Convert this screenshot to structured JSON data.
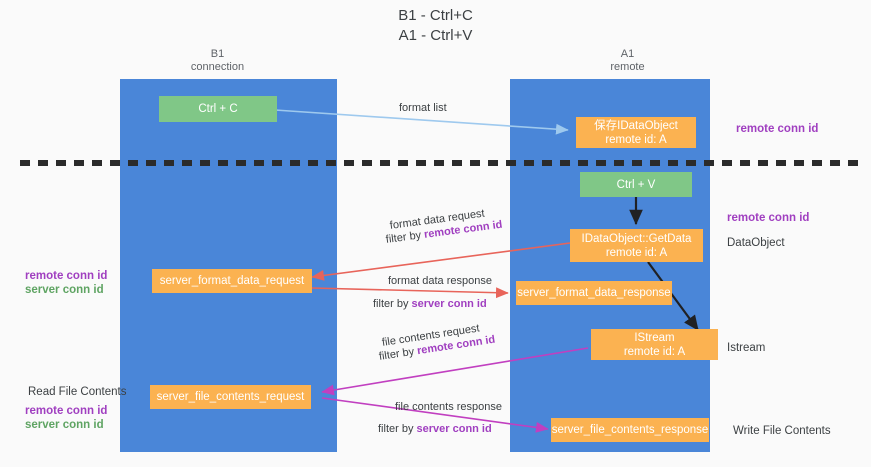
{
  "title": {
    "line1": "B1 - Ctrl+C",
    "line2": "A1 - Ctrl+V"
  },
  "columns": [
    {
      "name": "B1",
      "role": "connection"
    },
    {
      "name": "A1",
      "role": "remote"
    }
  ],
  "colors": {
    "lane": "#4a86d8",
    "green_box": "#80c787",
    "orange_box": "#fbb251",
    "purple_text": "#a03fc0",
    "green_text": "#5fa463",
    "red_arrow": "#e8645a",
    "magenta_arrow": "#c13fc0",
    "blue_arrow": "#9ec9ee",
    "black_arrow": "#202124",
    "divider": "#2b2b2b",
    "background": "#fafafa"
  },
  "boxes": {
    "ctrl_c": {
      "label": "Ctrl + C",
      "color": "green"
    },
    "save_idataobject": {
      "line1": "保存IDataObject",
      "line2": "remote id: A",
      "color": "orange"
    },
    "ctrl_v": {
      "label": "Ctrl + V",
      "color": "green"
    },
    "getdata": {
      "line1": "IDataObject::GetData",
      "line2": "remote id: A",
      "color": "orange"
    },
    "server_format_data_request": {
      "label": "server_format_data_request",
      "color": "orange"
    },
    "server_format_data_response": {
      "label": "server_format_data_response",
      "color": "orange"
    },
    "istream": {
      "line1": "IStream",
      "line2": "remote id: A",
      "color": "orange"
    },
    "server_file_contents_request": {
      "label": "server_file_contents_request",
      "color": "orange"
    },
    "server_file_contents_response": {
      "label": "server_file_contents_response",
      "color": "orange"
    }
  },
  "arrow_labels": {
    "format_list": "format list",
    "format_data_request": "format data request",
    "format_data_request_filter_prefix": "filter by ",
    "format_data_request_filter_key": "remote conn id",
    "format_data_response": "format data response",
    "format_data_response_filter_prefix": "filter by ",
    "format_data_response_filter_key": "server conn id",
    "file_contents_request": "file contents request",
    "file_contents_request_filter_prefix": "filter by ",
    "file_contents_request_filter_key": "remote conn id",
    "file_contents_response": "file contents response",
    "file_contents_response_filter_prefix": "filter by ",
    "file_contents_response_filter_key": "server conn id"
  },
  "right_labels": {
    "remote_conn_id_top": "remote conn id",
    "remote_conn_id_mid": "remote conn id",
    "dataobject": "DataObject",
    "istream": "Istream",
    "write_file_contents": "Write File Contents"
  },
  "left_labels": {
    "remote_conn_id_mid": "remote conn id",
    "server_conn_id_mid": "server conn id",
    "read_file_contents": "Read File Contents",
    "remote_conn_id_bottom": "remote conn id",
    "server_conn_id_bottom": "server conn id"
  }
}
